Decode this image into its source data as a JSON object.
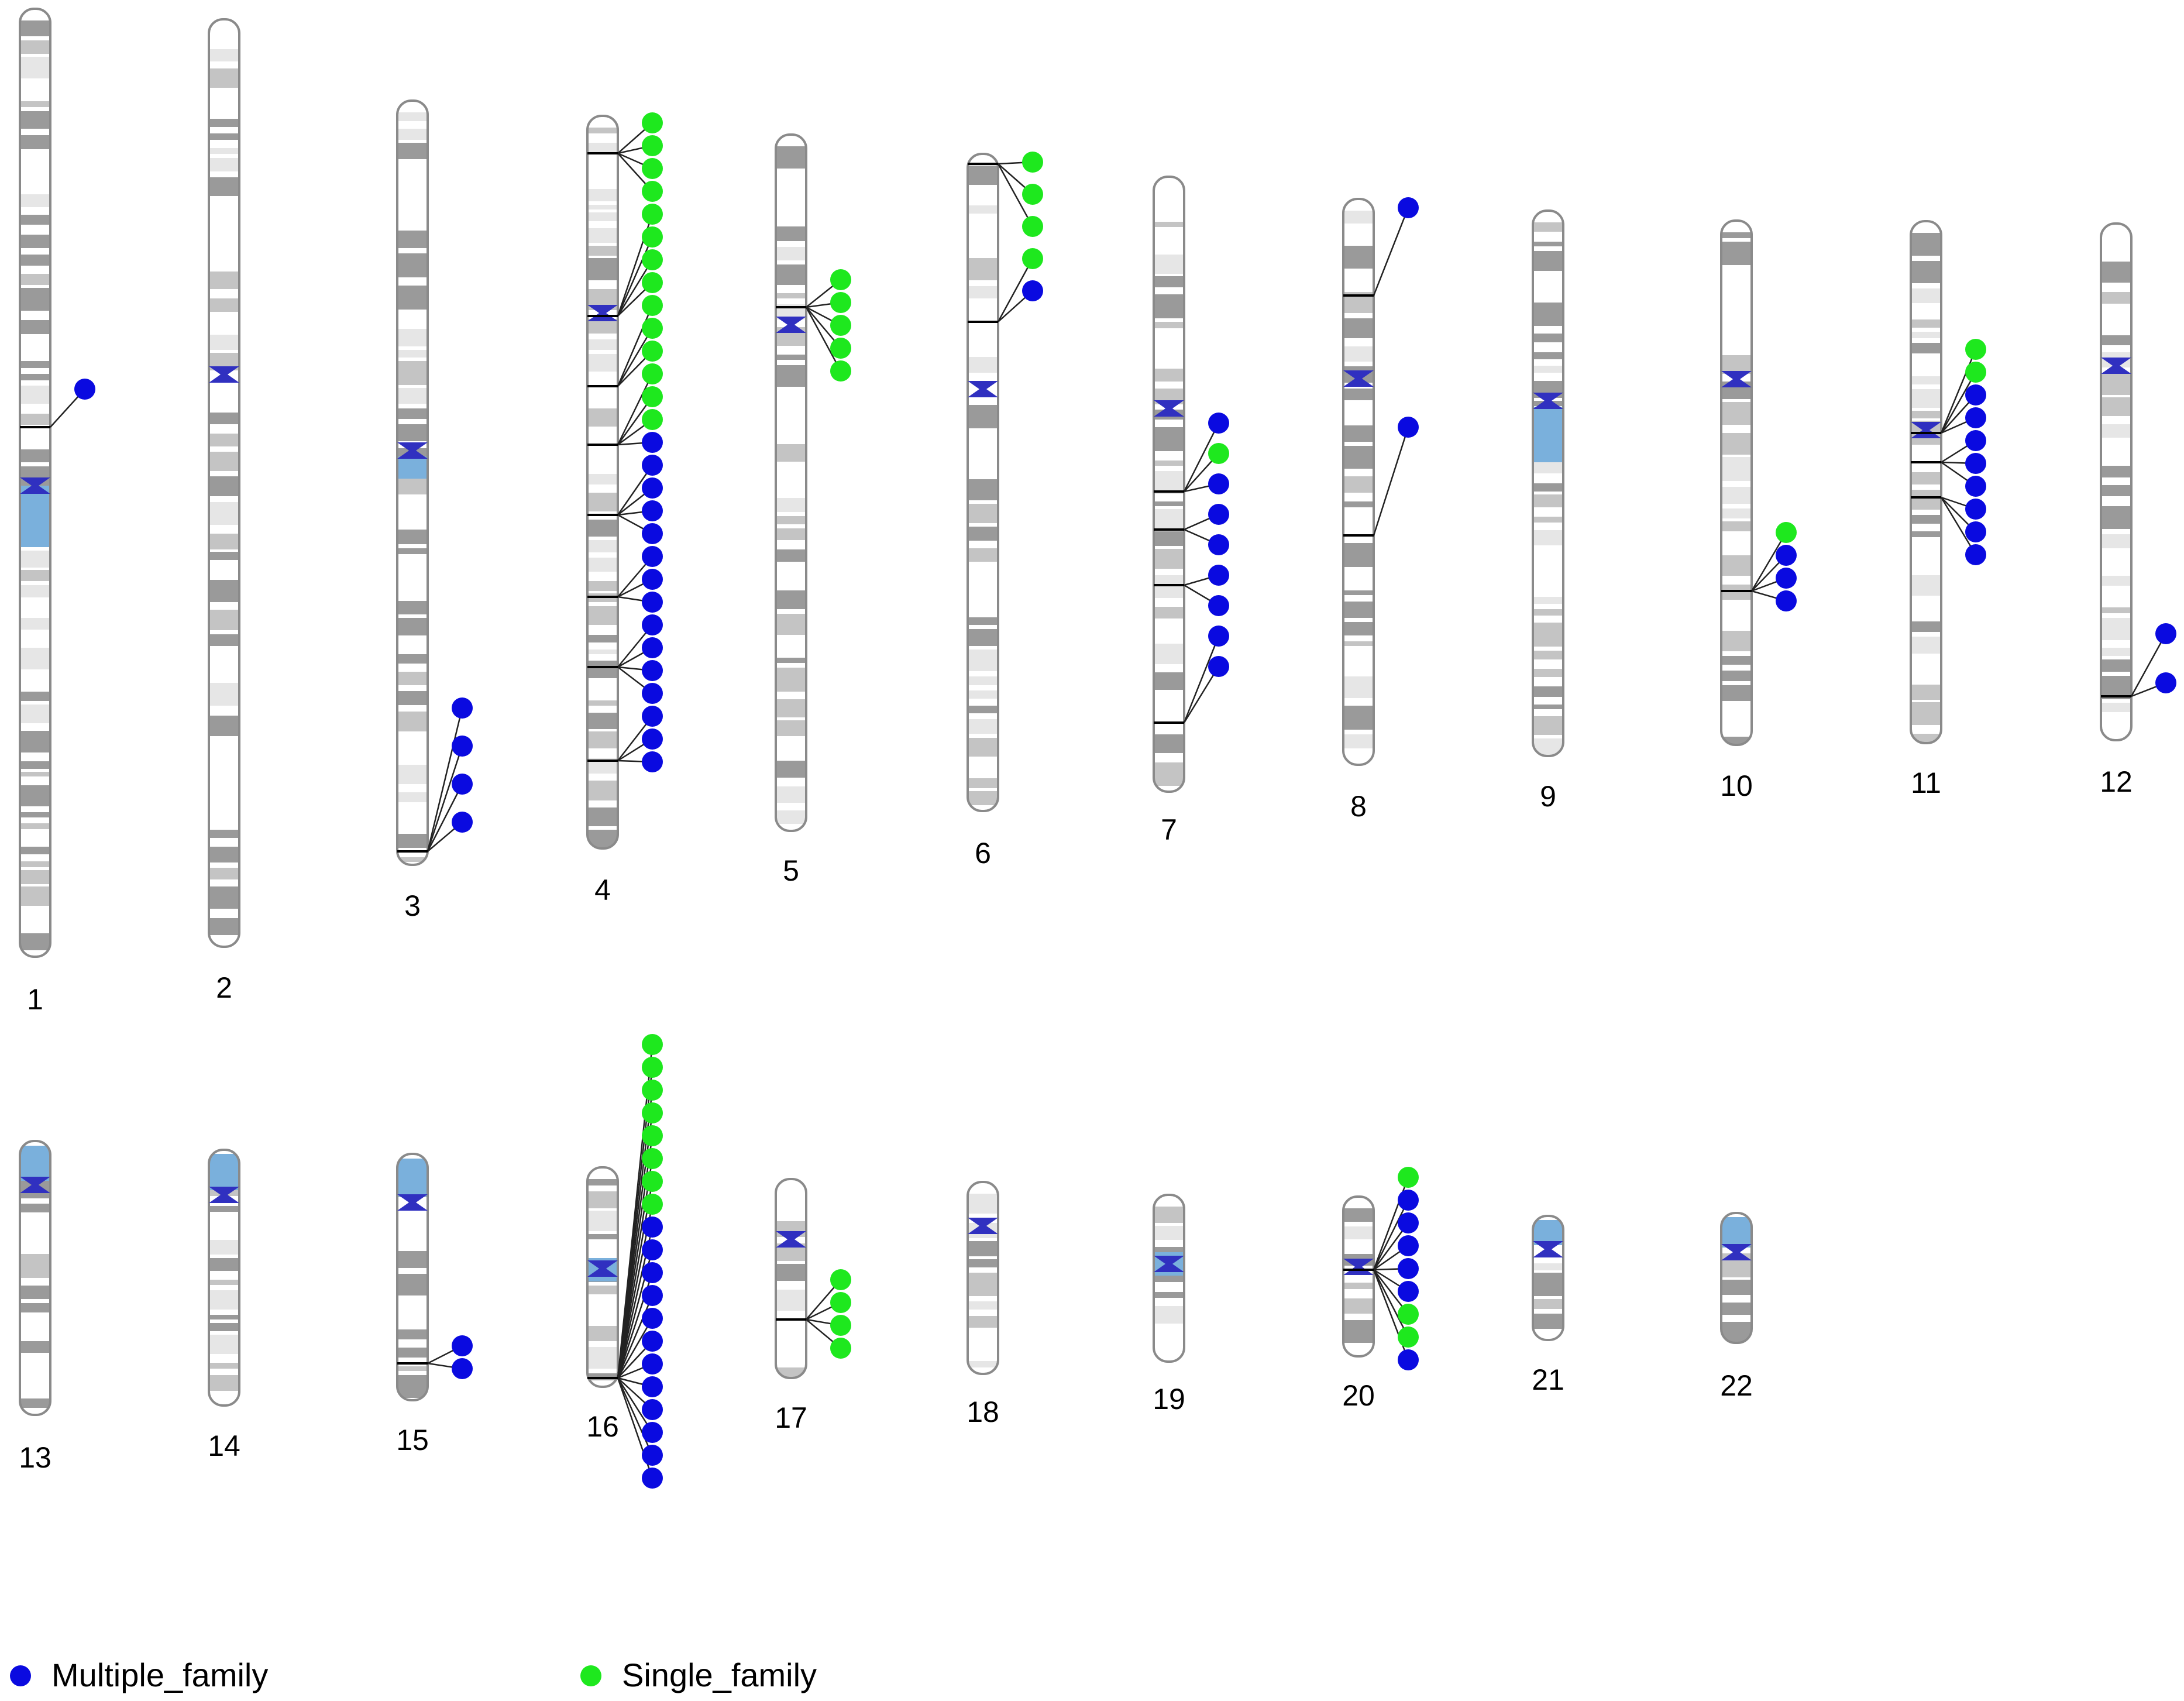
{
  "legend": {
    "multiple": {
      "label": "Multiple_family",
      "color": "#0a0ae0"
    },
    "single": {
      "label": "Single_family",
      "color": "#1ee81e"
    }
  },
  "colors": {
    "outline": "#8a8a8a",
    "band_dark": "#9a9a9a",
    "band_mid": "#c4c4c4",
    "band_light": "#e6e6e6",
    "stalk": "#7ab0dc",
    "centromere": "#3030c0",
    "connector": "#222222"
  },
  "chromosomes": [
    {
      "name": "1",
      "multiple": 1,
      "single": 0
    },
    {
      "name": "2",
      "multiple": 0,
      "single": 0
    },
    {
      "name": "3",
      "multiple": 4,
      "single": 0
    },
    {
      "name": "4",
      "multiple": 15,
      "single": 14
    },
    {
      "name": "5",
      "multiple": 0,
      "single": 5
    },
    {
      "name": "6",
      "multiple": 1,
      "single": 4
    },
    {
      "name": "7",
      "multiple": 8,
      "single": 1
    },
    {
      "name": "8",
      "multiple": 2,
      "single": 0
    },
    {
      "name": "9",
      "multiple": 0,
      "single": 0
    },
    {
      "name": "10",
      "multiple": 3,
      "single": 1
    },
    {
      "name": "11",
      "multiple": 8,
      "single": 2
    },
    {
      "name": "12",
      "multiple": 2,
      "single": 0
    },
    {
      "name": "13",
      "multiple": 0,
      "single": 0
    },
    {
      "name": "14",
      "multiple": 0,
      "single": 0
    },
    {
      "name": "15",
      "multiple": 2,
      "single": 0
    },
    {
      "name": "16",
      "multiple": 12,
      "single": 8
    },
    {
      "name": "17",
      "multiple": 0,
      "single": 4
    },
    {
      "name": "18",
      "multiple": 0,
      "single": 0
    },
    {
      "name": "19",
      "multiple": 0,
      "single": 0
    },
    {
      "name": "20",
      "multiple": 6,
      "single": 3
    },
    {
      "name": "21",
      "multiple": 0,
      "single": 0
    },
    {
      "name": "22",
      "multiple": 0,
      "single": 0
    }
  ]
}
